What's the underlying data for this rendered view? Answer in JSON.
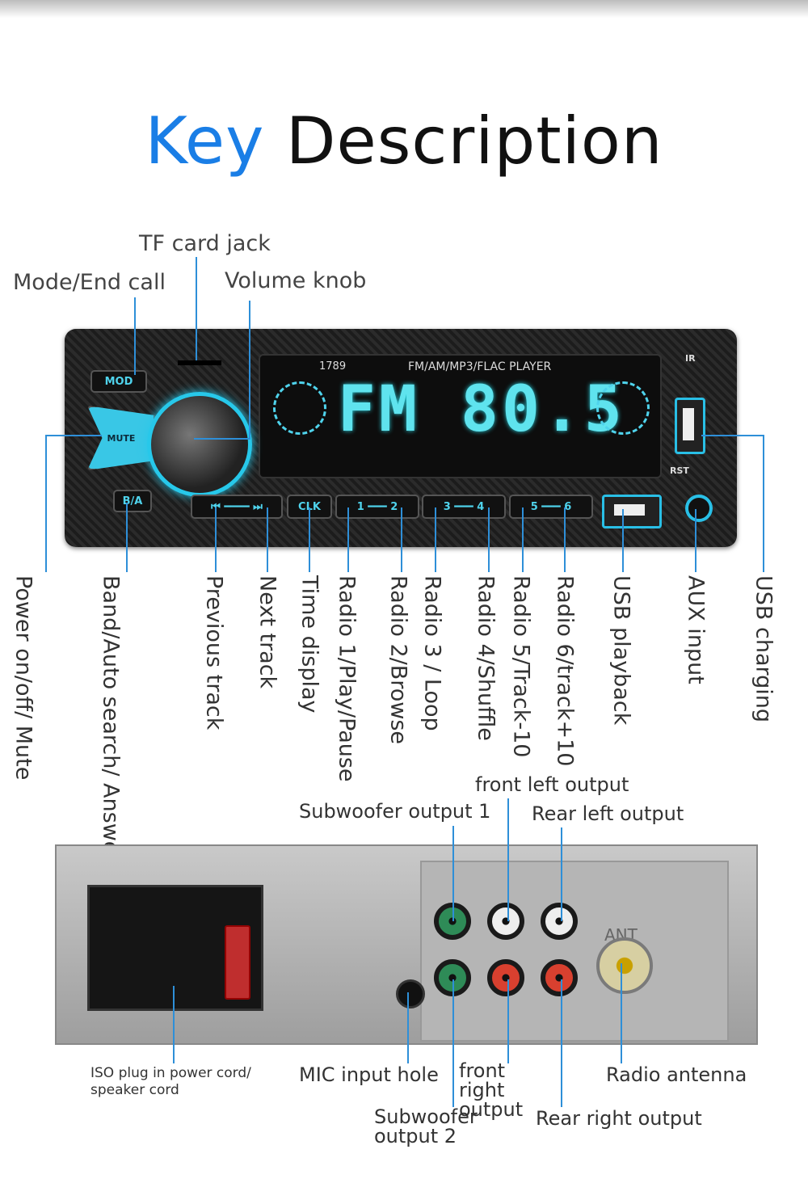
{
  "title": {
    "part1": "Key",
    "part2": " Description"
  },
  "front": {
    "display": {
      "model": "1789",
      "player": "FM/AM/MP3/FLAC  PLAYER",
      "band": "FM",
      "frequency": "80.5"
    },
    "top_labels": {
      "tf_card": "TF card jack",
      "mode": "Mode/End call",
      "volume": "Volume knob"
    },
    "bottom_labels": [
      "Power on/off/ Mute",
      "Band/Auto search/ Answer call",
      "Previous track",
      "Next track",
      "Time display",
      "Radio 1/Play/Pause",
      "Radio 2/Browse",
      "Radio 3 / Loop",
      "Radio 4/Shuffle",
      "Radio 5/Track-10",
      "Radio 6/track+10",
      "USB playback",
      "AUX input",
      "USB charging"
    ],
    "buttons": {
      "mode": "MOD",
      "mute": "MUTE",
      "ba": "B/A",
      "prevnext": "⏮ ━━━━ ⏭",
      "clk": "CLK",
      "p12": "1 ━━━ 2",
      "p34": "3 ━━━ 4",
      "p56": "5 ━━━ 6",
      "ir": "IR",
      "rst": "RST"
    }
  },
  "back": {
    "labels": {
      "sub1": "Subwoofer output 1",
      "front_left": "front left output",
      "rear_left": "Rear left output",
      "iso": "ISO plug in power cord/ speaker cord",
      "mic": "MIC input hole",
      "front_right": "front right output",
      "radio_antenna": "Radio antenna",
      "sub2": "Subwoofer output 2",
      "rear_right": "Rear right output",
      "ant": "ANT"
    }
  }
}
